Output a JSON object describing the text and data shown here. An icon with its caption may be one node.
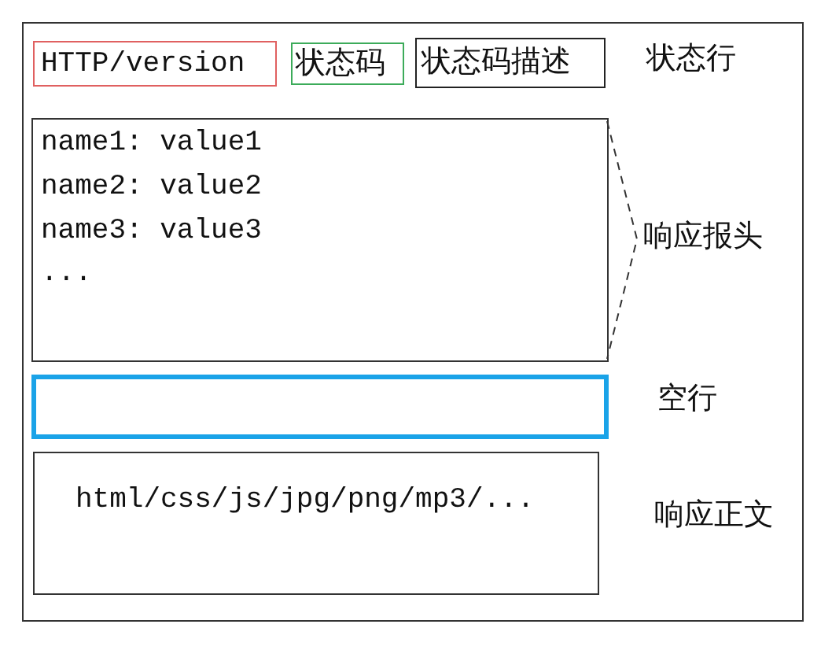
{
  "diagram": {
    "nodes": [
      {
        "text": [],
        "shape": "box"
      },
      {
        "text": [
          "HTTP/version"
        ],
        "in": 0
      },
      {
        "text": [
          "状态码"
        ],
        "in": 0
      },
      {
        "text": [
          "状态码描述"
        ],
        "in": 0
      },
      {
        "text": [
          "name1: value1",
          "name2: value2",
          "name3: value3",
          "..."
        ],
        "in": 0
      },
      {
        "text": [],
        "shape": "box",
        "in": 0
      },
      {
        "text": [
          "html/css/js/jpg/png/mp3/..."
        ],
        "in": 0
      }
    ],
    "edges": [],
    "labels": [
      "状态行",
      "响应报头",
      "空行",
      "响应正文"
    ]
  }
}
